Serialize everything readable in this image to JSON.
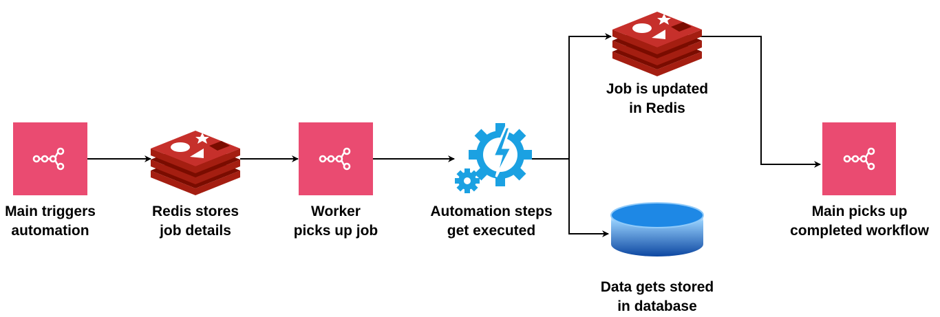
{
  "colors": {
    "n8n_box": "#EA4B71",
    "redis_top": "#C6302B",
    "redis_mid": "#A41E11",
    "redis_dark": "#7A0C00",
    "gear_blue": "#1BA1E2",
    "db_top": "#1E88E5",
    "db_body": "#1565C0",
    "arrow": "#000000"
  },
  "icons": {
    "main_trigger": "n8n-workflow-icon",
    "redis_store": "redis-icon",
    "worker": "n8n-workflow-icon",
    "automation": "gear-lightning-icon",
    "redis_update": "redis-icon",
    "database": "database-icon",
    "main_complete": "n8n-workflow-icon"
  },
  "labels": {
    "main_triggers": [
      "Main triggers",
      "automation"
    ],
    "redis_stores": [
      "Redis stores",
      "job details"
    ],
    "worker": [
      "Worker",
      "picks up job"
    ],
    "automation_steps": [
      "Automation steps",
      "get executed"
    ],
    "job_updated": [
      "Job is updated",
      "in Redis"
    ],
    "data_stored": [
      "Data gets stored",
      "in database"
    ],
    "main_picks_up": [
      "Main picks up",
      "completed workflow"
    ]
  }
}
